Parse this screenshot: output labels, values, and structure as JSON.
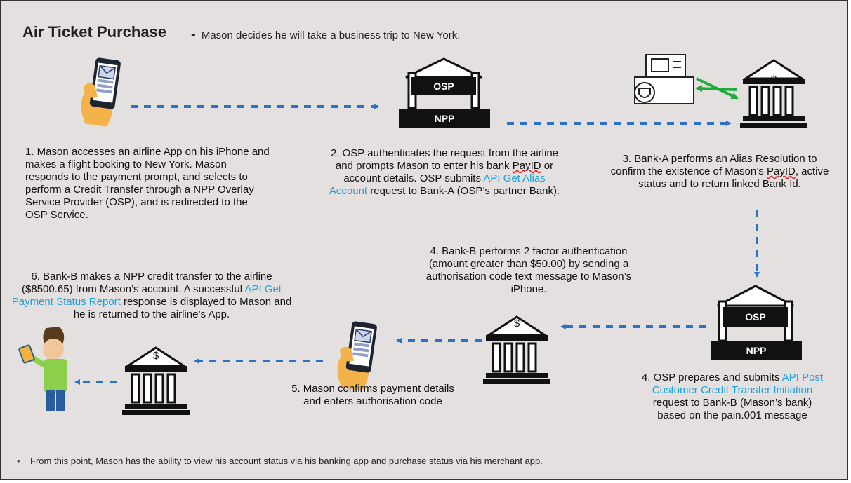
{
  "title": "Air Ticket Purchase",
  "subtitle_dash": "-",
  "subtitle": "Mason decides he will take a business trip to New York.",
  "banks": {
    "osp": "OSP",
    "npp": "NPP",
    "dollar": "$"
  },
  "step1": {
    "text": "1. Mason accesses an airline App on his iPhone and makes a flight booking to New York. Mason responds to the payment prompt, and selects to perform a Credit Transfer through a NPP Overlay Service Provider (OSP), and is redirected to the OSP Service."
  },
  "step2": {
    "text_a": "2. OSP authenticates the request from the airline and prompts Mason to enter his bank",
    "payid": "PayID",
    "text_b": "or account details.  OSP submits",
    "api": "API Get Alias Account",
    "text_c": "request to Bank-A (OSP’s partner Bank)."
  },
  "step3": {
    "text_a": "3. Bank-A performs an Alias Resolution to confirm the existence of Mason’s",
    "payid": "PayID",
    "text_b": ", active status and to return linked Bank Id."
  },
  "step4a": {
    "text": "4. Bank-B performs 2 factor authentication (amount greater than $50.00) by sending a authorisation code text message to Mason’s iPhone."
  },
  "step4b": {
    "text_a": "4. OSP prepares and submits",
    "api": "API Post Customer Credit Transfer Initiation",
    "text_b": "request  to Bank-B (Mason’s bank) based on the pain.001 message"
  },
  "step5": {
    "text": "5. Mason confirms payment details and enters authorisation code"
  },
  "step6": {
    "text_a": "6. Bank-B makes a NPP credit transfer to the airline ($8500.65) from Mason’s account. A successful",
    "api": "API Get Payment Status Report",
    "text_b": "response is displayed to Mason and he is returned to the airline’s App."
  },
  "footer": {
    "bullet": "•",
    "text": "From this point, Mason has the ability to view his account status via his banking app and purchase status via his merchant app."
  }
}
